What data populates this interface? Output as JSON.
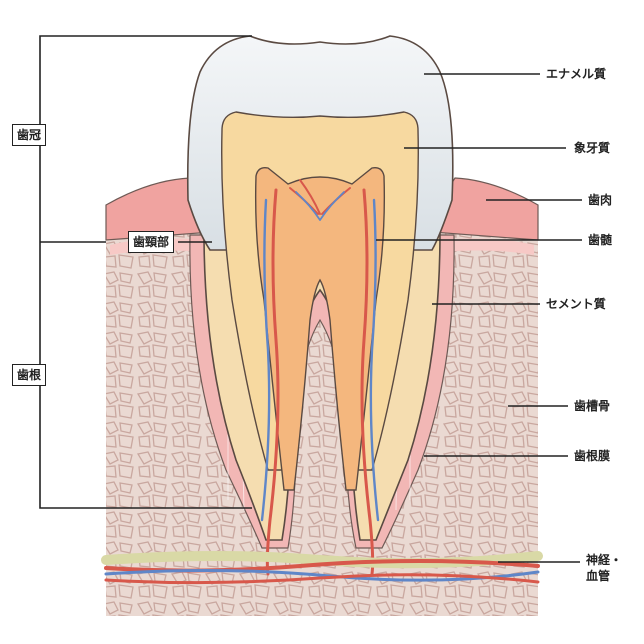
{
  "labels": {
    "enamel": "エナメル質",
    "dentin": "象牙質",
    "gum": "歯肉",
    "pulp": "歯髄",
    "cementum": "セメント質",
    "alveolar_bone": "歯槽骨",
    "periodontal_ligament": "歯根膜",
    "nerve_line1": "神経・",
    "nerve_line2": "血管"
  },
  "regions": {
    "crown": "歯冠",
    "neck": "歯頸部",
    "root": "歯根"
  },
  "colors": {
    "enamel": "#e8ecef",
    "dentin": "#f7d9a0",
    "pulp": "#f4b77e",
    "gum": "#f0a3a0",
    "bone": "#e9d9d3",
    "ligament": "#f2b7b5",
    "artery": "#d8584b",
    "vein": "#5f86c8"
  }
}
